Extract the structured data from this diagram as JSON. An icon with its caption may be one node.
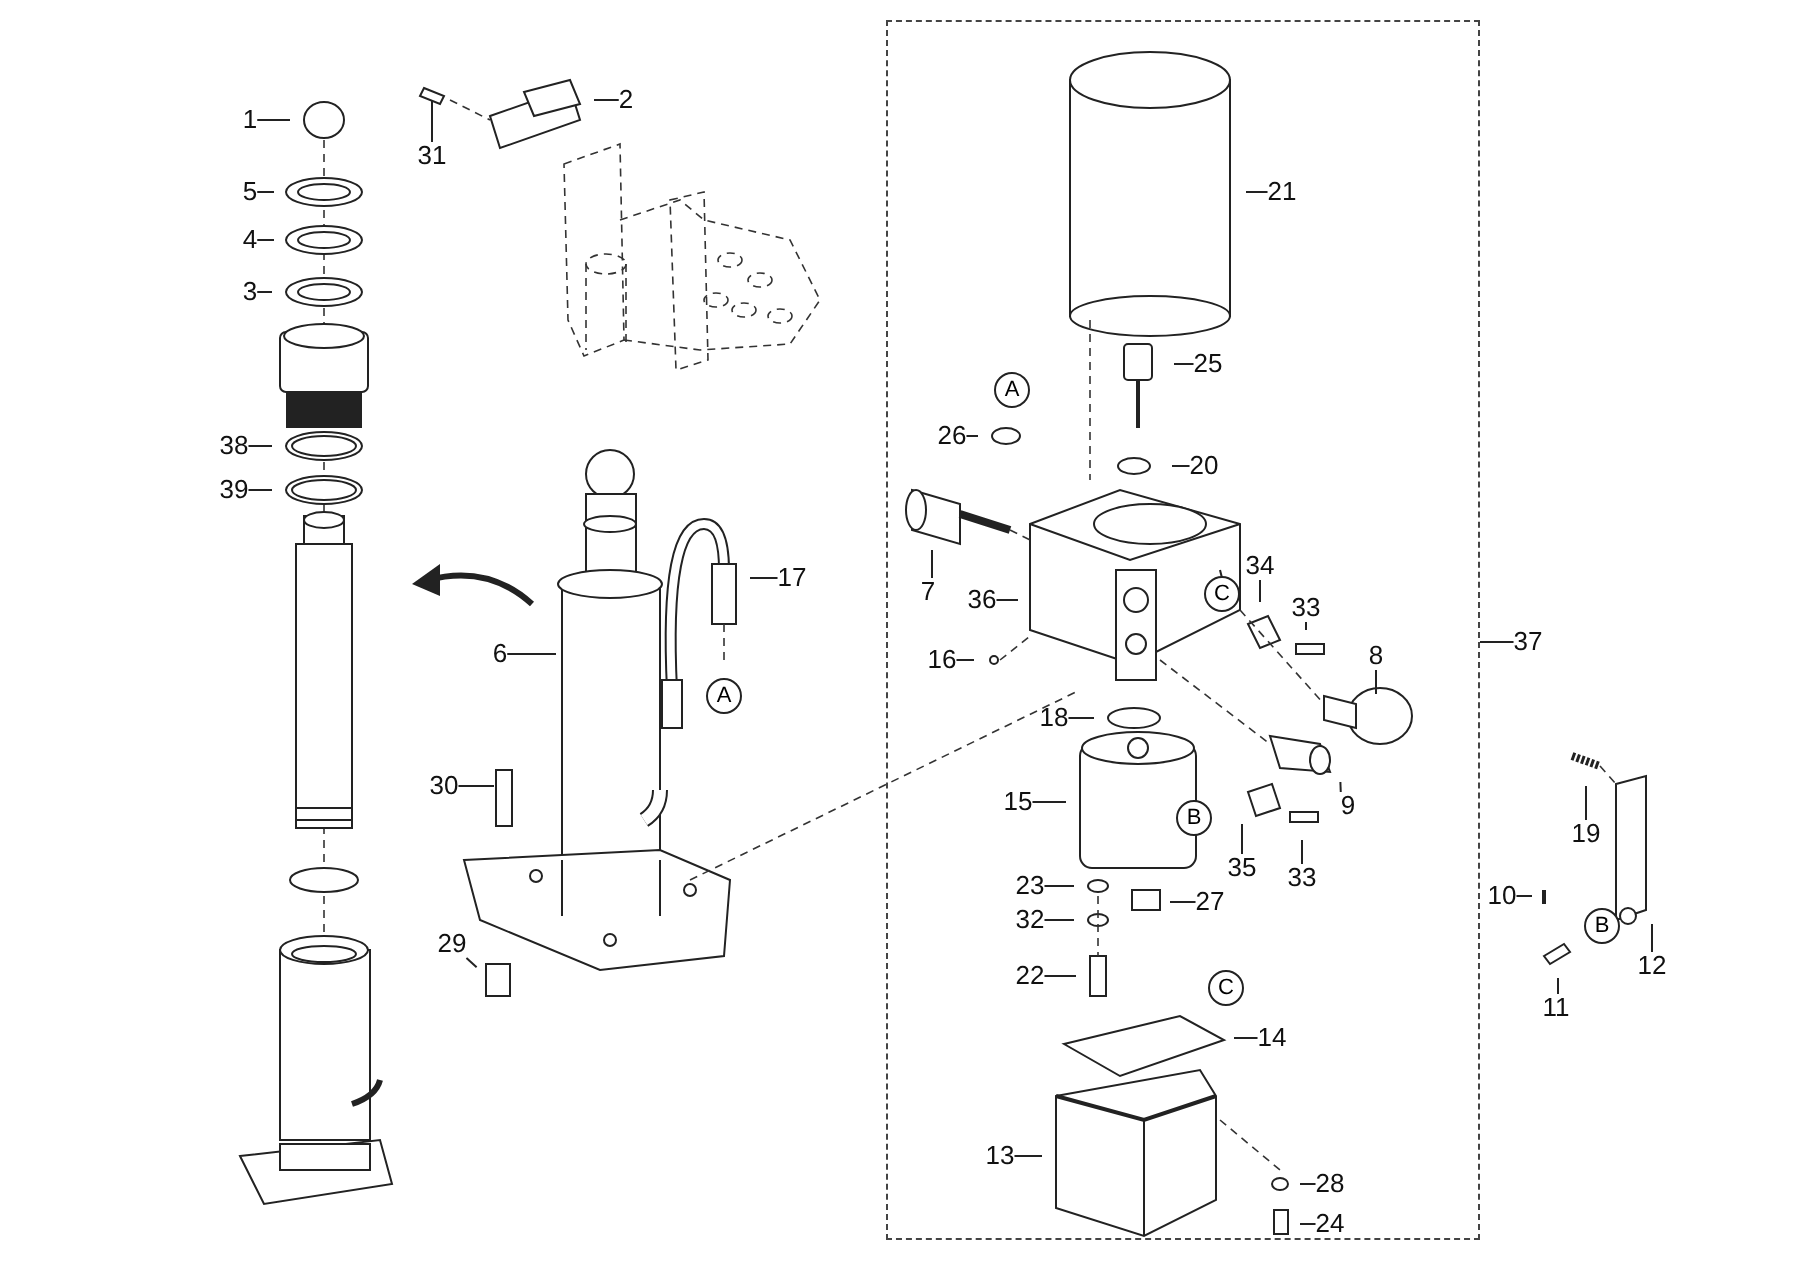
{
  "diagram": {
    "nodes": [
      {
        "text": [
          "1"
        ]
      },
      {
        "text": [
          "31"
        ]
      },
      {
        "text": [
          "2"
        ]
      },
      {
        "text": [
          "5"
        ]
      },
      {
        "text": [
          "4"
        ]
      },
      {
        "text": [
          "3"
        ]
      },
      {
        "text": [
          "38"
        ]
      },
      {
        "text": [
          "39"
        ]
      },
      {
        "text": [
          "17"
        ]
      },
      {
        "text": [
          "6"
        ]
      },
      {
        "text": [
          "A"
        ]
      },
      {
        "text": [
          "30"
        ]
      },
      {
        "text": [
          "29"
        ]
      },
      {
        "text": [],
        "shape": "box"
      },
      {
        "text": [
          "21"
        ],
        "in": 13
      },
      {
        "text": [
          "25"
        ],
        "in": 13
      },
      {
        "text": [
          "A"
        ],
        "in": 13
      },
      {
        "text": [
          "26"
        ],
        "in": 13
      },
      {
        "text": [
          "20"
        ],
        "in": 13
      },
      {
        "text": [
          "7"
        ],
        "in": 13
      },
      {
        "text": [
          "34"
        ],
        "in": 13
      },
      {
        "text": [
          "C"
        ],
        "in": 13
      },
      {
        "text": [
          "36"
        ],
        "in": 13
      },
      {
        "text": [
          "33"
        ],
        "in": 13
      },
      {
        "text": [
          "8"
        ],
        "in": 13
      },
      {
        "text": [
          "16"
        ],
        "in": 13
      },
      {
        "text": [
          "18"
        ],
        "in": 13
      },
      {
        "text": [
          "15"
        ],
        "in": 13
      },
      {
        "text": [
          "9"
        ],
        "in": 13
      },
      {
        "text": [
          "B"
        ],
        "in": 13
      },
      {
        "text": [
          "35"
        ],
        "in": 13
      },
      {
        "text": [
          "33"
        ],
        "in": 13
      },
      {
        "text": [
          "23"
        ],
        "in": 13
      },
      {
        "text": [
          "27"
        ],
        "in": 13
      },
      {
        "text": [
          "32"
        ],
        "in": 13
      },
      {
        "text": [
          "22"
        ],
        "in": 13
      },
      {
        "text": [
          "C"
        ],
        "in": 13
      },
      {
        "text": [
          "14"
        ],
        "in": 13
      },
      {
        "text": [
          "13"
        ],
        "in": 13
      },
      {
        "text": [
          "28"
        ],
        "in": 13
      },
      {
        "text": [
          "24"
        ],
        "in": 13
      },
      {
        "text": [
          "37"
        ]
      },
      {
        "text": [
          "19"
        ]
      },
      {
        "text": [
          "10"
        ]
      },
      {
        "text": [
          "B"
        ]
      },
      {
        "text": [
          "12"
        ]
      },
      {
        "text": [
          "11"
        ]
      }
    ],
    "edges": [
      {
        "from": 0,
        "to": null,
        "arrow": "none"
      },
      {
        "from": 1,
        "to": null,
        "arrow": "none"
      },
      {
        "from": 2,
        "to": null,
        "arrow": "none"
      },
      {
        "from": 3,
        "to": null,
        "arrow": "none"
      },
      {
        "from": 4,
        "to": null,
        "arrow": "none"
      },
      {
        "from": 5,
        "to": null,
        "arrow": "none"
      },
      {
        "from": 6,
        "to": null,
        "arrow": "none"
      },
      {
        "from": 7,
        "to": null,
        "arrow": "none"
      },
      {
        "from": 8,
        "to": null,
        "arrow": "none"
      },
      {
        "from": 9,
        "to": null,
        "arrow": "none"
      },
      {
        "from": 11,
        "to": null,
        "arrow": "none"
      },
      {
        "from": 12,
        "to": null,
        "arrow": "none"
      },
      {
        "from": 14,
        "to": null,
        "arrow": "none"
      },
      {
        "from": 15,
        "to": null,
        "arrow": "none"
      },
      {
        "from": 17,
        "to": null,
        "arrow": "none"
      },
      {
        "from": 18,
        "to": null,
        "arrow": "none"
      },
      {
        "from": 19,
        "to": null,
        "arrow": "none"
      },
      {
        "from": 20,
        "to": null,
        "arrow": "none"
      },
      {
        "from": 22,
        "to": null,
        "arrow": "none"
      },
      {
        "from": 23,
        "to": null,
        "arrow": "none"
      },
      {
        "from": 24,
        "to": null,
        "arrow": "none"
      },
      {
        "from": 25,
        "to": null,
        "arrow": "none"
      },
      {
        "from": 26,
        "to": null,
        "arrow": "none"
      },
      {
        "from": 27,
        "to": null,
        "arrow": "none"
      },
      {
        "from": 28,
        "to": null,
        "arrow": "none"
      },
      {
        "from": 30,
        "to": null,
        "arrow": "none"
      },
      {
        "from": 31,
        "to": null,
        "arrow": "none"
      },
      {
        "from": 32,
        "to": null,
        "arrow": "none"
      },
      {
        "from": 33,
        "to": null,
        "arrow": "none"
      },
      {
        "from": 34,
        "to": null,
        "arrow": "none"
      },
      {
        "from": 35,
        "to": null,
        "arrow": "none"
      },
      {
        "from": 37,
        "to": null,
        "arrow": "none"
      },
      {
        "from": 38,
        "to": null,
        "arrow": "none"
      },
      {
        "from": 39,
        "to": null,
        "arrow": "none"
      },
      {
        "from": 40,
        "to": null,
        "arrow": "none"
      },
      {
        "from": 41,
        "to": 13,
        "arrow": "none"
      },
      {
        "from": 42,
        "to": null,
        "arrow": "none"
      },
      {
        "from": 43,
        "to": null,
        "arrow": "none"
      },
      {
        "from": 45,
        "to": null,
        "arrow": "none"
      },
      {
        "from": 46,
        "to": null,
        "arrow": "none"
      }
    ]
  }
}
